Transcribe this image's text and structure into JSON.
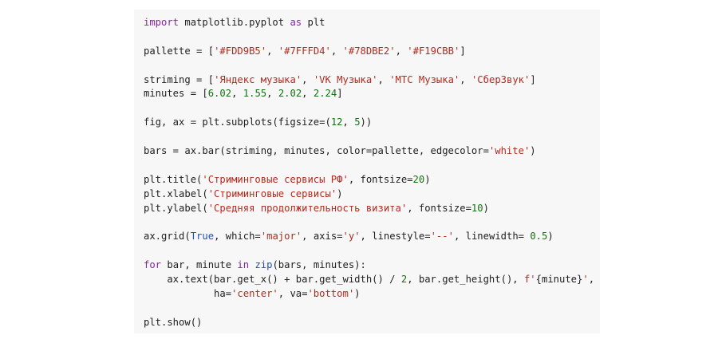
{
  "code_cell": {
    "lines": [
      [
        {
          "t": "import",
          "k": "keyword"
        },
        {
          "t": " matplotlib.pyplot ",
          "k": "plain"
        },
        {
          "t": "as",
          "k": "keyword"
        },
        {
          "t": " plt",
          "k": "plain"
        }
      ],
      [],
      [
        {
          "t": "pallette = [",
          "k": "plain"
        },
        {
          "t": "'#FDD9B5'",
          "k": "string"
        },
        {
          "t": ", ",
          "k": "plain"
        },
        {
          "t": "'#7FFFD4'",
          "k": "string"
        },
        {
          "t": ", ",
          "k": "plain"
        },
        {
          "t": "'#78DBE2'",
          "k": "string"
        },
        {
          "t": ", ",
          "k": "plain"
        },
        {
          "t": "'#F19CBB'",
          "k": "string"
        },
        {
          "t": "]",
          "k": "plain"
        }
      ],
      [],
      [
        {
          "t": "striming = [",
          "k": "plain"
        },
        {
          "t": "'Яндекс музыка'",
          "k": "string"
        },
        {
          "t": ", ",
          "k": "plain"
        },
        {
          "t": "'VK Музыка'",
          "k": "string"
        },
        {
          "t": ", ",
          "k": "plain"
        },
        {
          "t": "'МТС Музыка'",
          "k": "string"
        },
        {
          "t": ", ",
          "k": "plain"
        },
        {
          "t": "'СберЗвук'",
          "k": "string"
        },
        {
          "t": "]",
          "k": "plain"
        }
      ],
      [
        {
          "t": "minutes = [",
          "k": "plain"
        },
        {
          "t": "6.02",
          "k": "number"
        },
        {
          "t": ", ",
          "k": "plain"
        },
        {
          "t": "1.55",
          "k": "number"
        },
        {
          "t": ", ",
          "k": "plain"
        },
        {
          "t": "2.02",
          "k": "number"
        },
        {
          "t": ", ",
          "k": "plain"
        },
        {
          "t": "2.24",
          "k": "number"
        },
        {
          "t": "]",
          "k": "plain"
        }
      ],
      [],
      [
        {
          "t": "fig, ax = plt.subplots(figsize=(",
          "k": "plain"
        },
        {
          "t": "12",
          "k": "number"
        },
        {
          "t": ", ",
          "k": "plain"
        },
        {
          "t": "5",
          "k": "number"
        },
        {
          "t": "))",
          "k": "plain"
        }
      ],
      [],
      [
        {
          "t": "bars = ax.bar(striming, minutes, color=pallette, edgecolor=",
          "k": "plain"
        },
        {
          "t": "'white'",
          "k": "string"
        },
        {
          "t": ")",
          "k": "plain"
        }
      ],
      [],
      [
        {
          "t": "plt.title(",
          "k": "plain"
        },
        {
          "t": "'Стриминговые сервисы РФ'",
          "k": "string"
        },
        {
          "t": ", fontsize=",
          "k": "plain"
        },
        {
          "t": "20",
          "k": "number"
        },
        {
          "t": ")",
          "k": "plain"
        }
      ],
      [
        {
          "t": "plt.xlabel(",
          "k": "plain"
        },
        {
          "t": "'Стриминговые сервисы'",
          "k": "string"
        },
        {
          "t": ")",
          "k": "plain"
        }
      ],
      [
        {
          "t": "plt.ylabel(",
          "k": "plain"
        },
        {
          "t": "'Средняя продолжительность визита'",
          "k": "string"
        },
        {
          "t": ", fontsize=",
          "k": "plain"
        },
        {
          "t": "10",
          "k": "number"
        },
        {
          "t": ")",
          "k": "plain"
        }
      ],
      [],
      [
        {
          "t": "ax.grid(",
          "k": "plain"
        },
        {
          "t": "True",
          "k": "builtin"
        },
        {
          "t": ", which=",
          "k": "plain"
        },
        {
          "t": "'major'",
          "k": "string"
        },
        {
          "t": ", axis=",
          "k": "plain"
        },
        {
          "t": "'y'",
          "k": "string"
        },
        {
          "t": ", linestyle=",
          "k": "plain"
        },
        {
          "t": "'--'",
          "k": "string"
        },
        {
          "t": ", linewidth= ",
          "k": "plain"
        },
        {
          "t": "0.5",
          "k": "number"
        },
        {
          "t": ")",
          "k": "plain"
        }
      ],
      [],
      [
        {
          "t": "for",
          "k": "keyword"
        },
        {
          "t": " bar, minute ",
          "k": "plain"
        },
        {
          "t": "in",
          "k": "keyword"
        },
        {
          "t": " ",
          "k": "plain"
        },
        {
          "t": "zip",
          "k": "builtin"
        },
        {
          "t": "(bars, minutes):",
          "k": "plain"
        }
      ],
      [
        {
          "t": "    ax.text(bar.get_x() + bar.get_width() / ",
          "k": "plain"
        },
        {
          "t": "2",
          "k": "number"
        },
        {
          "t": ", bar.get_height(), ",
          "k": "plain"
        },
        {
          "t": "f'",
          "k": "string"
        },
        {
          "t": "{minute}",
          "k": "plain"
        },
        {
          "t": "'",
          "k": "string"
        },
        {
          "t": ",",
          "k": "plain"
        }
      ],
      [
        {
          "t": "            ha=",
          "k": "plain"
        },
        {
          "t": "'center'",
          "k": "string"
        },
        {
          "t": ", va=",
          "k": "plain"
        },
        {
          "t": "'bottom'",
          "k": "string"
        },
        {
          "t": ")",
          "k": "plain"
        }
      ],
      [],
      [
        {
          "t": "plt.show()",
          "k": "plain"
        }
      ]
    ]
  }
}
